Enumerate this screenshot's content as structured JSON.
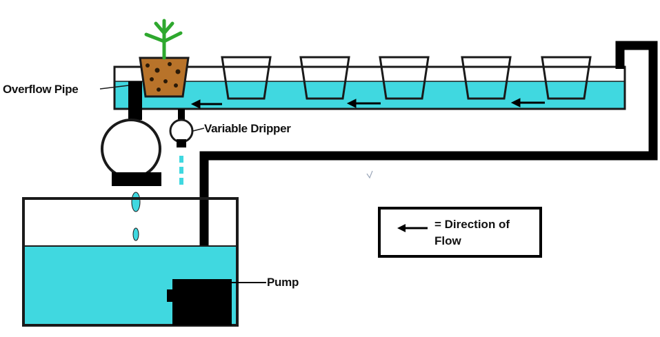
{
  "labels": {
    "overflow_pipe": "Overflow Pipe",
    "variable_dripper": "Variable Dripper",
    "pump": "Pump"
  },
  "legend": {
    "text": "= Direction of Flow"
  },
  "colors": {
    "water": "#40d8e0",
    "pipe": "#000000",
    "outline": "#1a1a1a",
    "background": "#ffffff",
    "soil": "#b8732a"
  },
  "icons": {
    "flow_arrow": "left-arrow-icon",
    "plant": "plant-icon"
  }
}
